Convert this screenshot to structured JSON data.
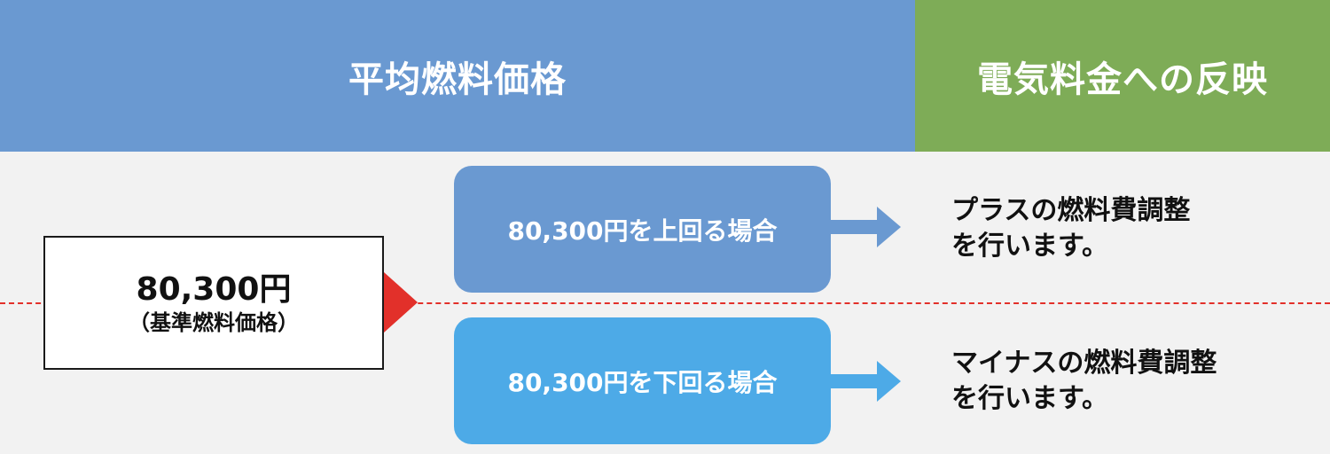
{
  "header": {
    "left_title": "平均燃料価格",
    "right_title": "電気料金への反映"
  },
  "base": {
    "price": "80,300円",
    "label": "（基準燃料価格）"
  },
  "cases": [
    {
      "label": "80,300円を上回る場合",
      "result_line1": " プラスの燃料費調整",
      "result_line2": "を行います。"
    },
    {
      "label": "80,300円を下回る場合",
      "result_line1": " マイナスの燃料費調整",
      "result_line2": "を行います。"
    }
  ],
  "colors": {
    "header_left": "#6a99d1",
    "header_right": "#7eac57",
    "case_up": "#6a99d1",
    "case_down": "#4daae7",
    "marker": "#e2302a"
  }
}
